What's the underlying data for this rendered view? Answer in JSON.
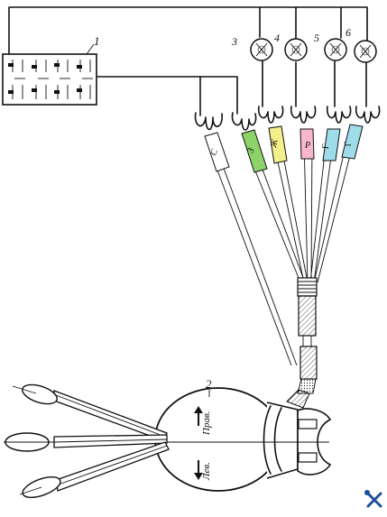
{
  "callouts": {
    "fuse_block": "1",
    "switch": "2",
    "lamp_3": "3",
    "lamp_4": "4",
    "lamp_5": "5",
    "lamp_6": "6"
  },
  "lever_labels": {
    "right": "Прав.",
    "left": "Лев."
  },
  "wire_letters": [
    "С",
    "З",
    "Ж",
    "Р",
    "Г",
    "Г"
  ],
  "colors": {
    "green_sleeve": "#8ed36a",
    "yellow_sleeve": "#f3ef8a",
    "pink_sleeve": "#f6b7cf",
    "blue_sleeve": "#9fdcea",
    "watermark": "#1f4f9a"
  }
}
